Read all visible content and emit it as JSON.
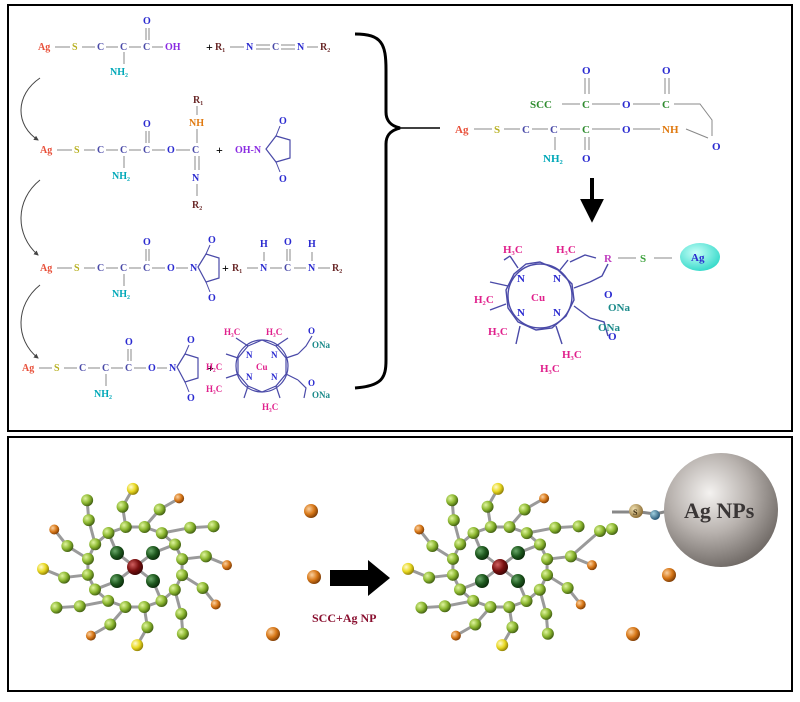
{
  "colors": {
    "ag": "#e8503a",
    "s": "#b7b020",
    "c": "#4a4aa8",
    "o": "#2a2ad0",
    "n": "#2a2ad0",
    "nh2": "#00a8b8",
    "oh": "#8a2be2",
    "r": "#6b2a2a",
    "nh": "#e07a10",
    "scc": "#2e8b2e",
    "ch3": "#e0208c",
    "ona": "#1a8a8a",
    "cu": "#e0208c",
    "r_pink": "#c040c0",
    "s_green": "#3aa03a",
    "ag_bubble": "#40e0d0",
    "atom_green": "#8db830",
    "atom_dark": "#1f5a1f",
    "atom_core": "#7a1010",
    "atom_yellow": "#e8d820",
    "atom_orange": "#d87818",
    "arrow_label": "#8a1030",
    "agnp_fill": "#a09a98"
  },
  "top_panel": {
    "step1": {
      "ag": "Ag",
      "s": "S",
      "c1": "C",
      "c2": "C",
      "c3": "C",
      "o": "O",
      "oh": "OH",
      "nh2": "NH₂",
      "plus": "+",
      "carbodiimide": {
        "r1": "R₁",
        "n1": "N",
        "c": "C",
        "n2": "N",
        "r2": "R₂"
      }
    },
    "step2": {
      "ag": "Ag",
      "s": "S",
      "c1": "C",
      "c2": "C",
      "c3": "C",
      "o_top": "O",
      "o_link": "O",
      "nh2": "NH₂",
      "c_center": "C",
      "r1": "R₁",
      "nh": "NH",
      "n": "N",
      "r2": "R₂",
      "plus": "+",
      "nhs": {
        "ho_n": "OH-N",
        "o_top": "O",
        "o_bottom": "O"
      }
    },
    "step3": {
      "ag": "Ag",
      "s": "S",
      "c1": "C",
      "c2": "C",
      "c3": "C",
      "o_top": "O",
      "o_link": "O",
      "n": "N",
      "o_ring_top": "O",
      "o_ring_bottom": "O",
      "nh2": "NH₂",
      "plus": "+",
      "urea": {
        "r1": "R₁",
        "n1": "N",
        "h1": "H",
        "c": "C",
        "o": "O",
        "n2": "N",
        "h2": "H",
        "r2": "R₂"
      }
    },
    "step4": {
      "ag": "Ag",
      "s": "S",
      "c1": "C",
      "c2": "C",
      "c3": "C",
      "o_top": "O",
      "o_link": "O",
      "n": "N",
      "o_ring_top": "O",
      "o_ring_bottom": "O",
      "nh2": "NH₂",
      "plus": "+",
      "porphyrin": {
        "h3c_1": "H₃C",
        "ch3_2": "H₃C",
        "ona_1": "ONa",
        "h2c": "H₂C",
        "cu": "Cu",
        "h3c_3": "H₃C",
        "ona_2": "ONa",
        "h3c_4": "H₃C",
        "n1": "N",
        "n2": "N",
        "n3": "N",
        "n4": "N",
        "o1": "O",
        "o2": "O"
      }
    },
    "product": {
      "scc": "SCC",
      "c_a": "C",
      "o_a": "O",
      "c_b": "C",
      "o_top_a": "O",
      "o_top_b": "O",
      "ag": "Ag",
      "s": "S",
      "c1": "C",
      "c2": "C",
      "c3": "C",
      "o_b": "O",
      "nh": "NH",
      "o_bottom_a": "O",
      "o_right": "O",
      "nh2": "NH₂"
    },
    "final": {
      "h3c_1": "H₃C",
      "h3c_2": "H₃C",
      "r": "R",
      "s": "S",
      "ag": "Ag",
      "h2c": "H₂C",
      "cu": "Cu",
      "ona_1": "ONa",
      "ona_2": "ONa",
      "h3c_3": "H₃C",
      "h3c_4": "H₃C",
      "h3c_5": "H₃C",
      "n1": "N",
      "n2": "N",
      "n3": "N",
      "n4": "N",
      "o1": "O",
      "o2": "O"
    }
  },
  "bottom_panel": {
    "arrow_label": "SCC+Ag NP",
    "np_label": "Ag NPs",
    "s_atom": "S"
  }
}
